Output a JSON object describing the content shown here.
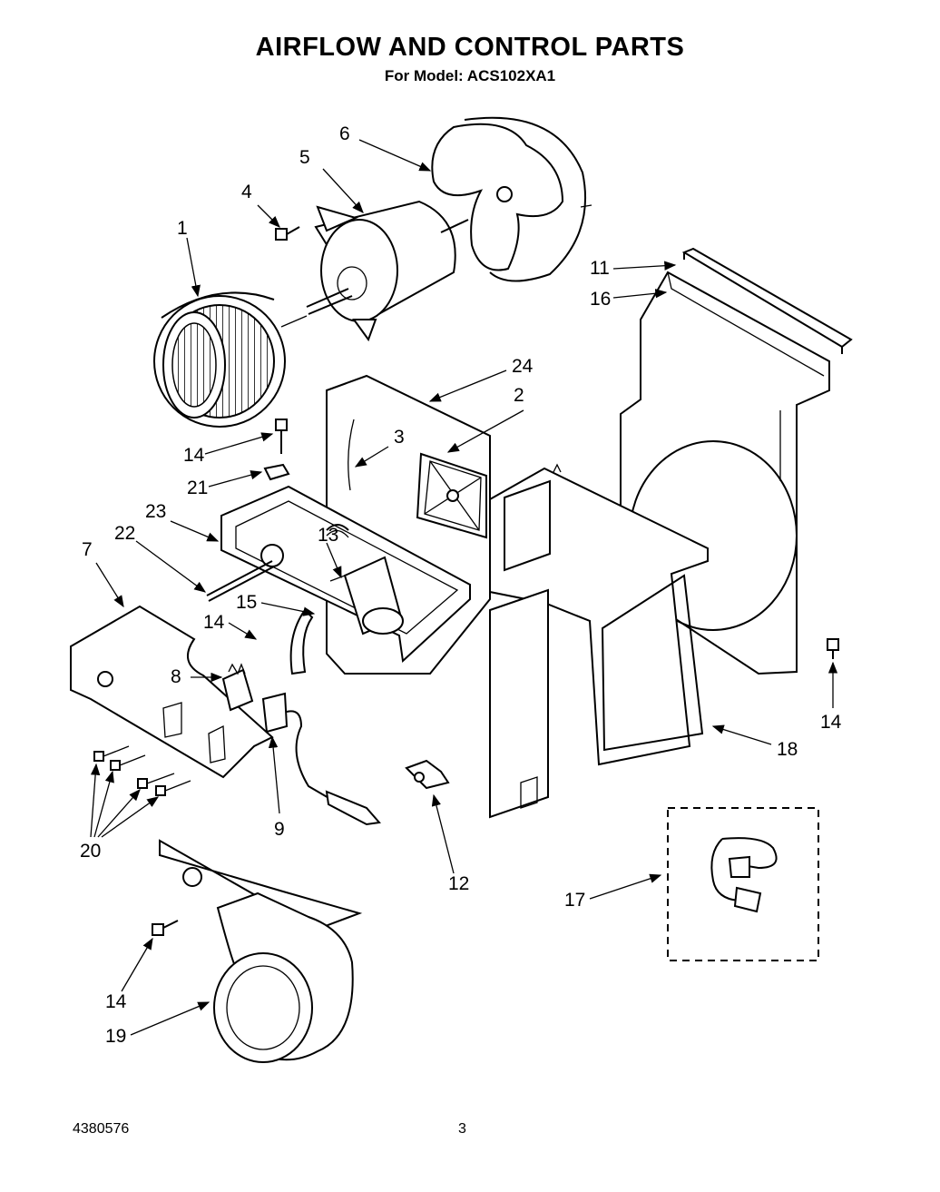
{
  "header": {
    "title": "AIRFLOW AND CONTROL PARTS",
    "subtitle": "For Model: ACS102XA1"
  },
  "footer": {
    "doc_number": "4380576",
    "page_number": "3"
  },
  "callouts": {
    "c1": "1",
    "c2": "2",
    "c3": "3",
    "c4": "4",
    "c5": "5",
    "c6": "6",
    "c7": "7",
    "c8": "8",
    "c9": "9",
    "c11": "11",
    "c12": "12",
    "c13": "13",
    "c14a": "14",
    "c14b": "14",
    "c14c": "14",
    "c14d": "14",
    "c15": "15",
    "c16": "16",
    "c17": "17",
    "c18": "18",
    "c19": "19",
    "c20": "20",
    "c21": "21",
    "c22": "22",
    "c23": "23",
    "c24": "24"
  }
}
